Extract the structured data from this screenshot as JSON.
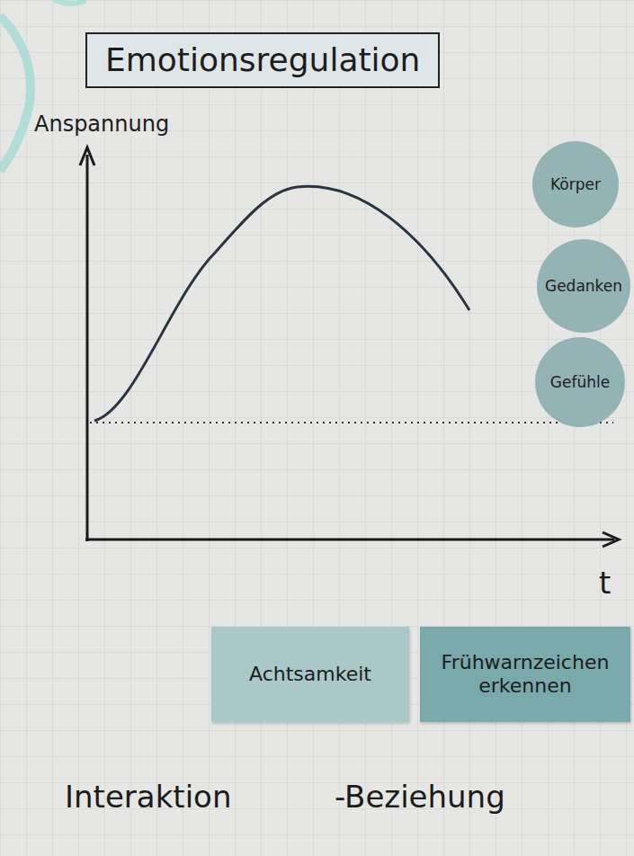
{
  "diagram": {
    "title": "Emotionsregulation",
    "nodes": [
      {
        "text": [
          "Körper"
        ]
      },
      {
        "text": [
          "Gedanken"
        ]
      },
      {
        "text": [
          "Gefühle"
        ]
      },
      {
        "text": [
          "Achtsamkeit"
        ]
      },
      {
        "text": [
          "Frühwarnzeichen erkennen"
        ]
      }
    ],
    "labels": [
      "Anspannung",
      "t",
      "Interaktion",
      "-Beziehung"
    ]
  }
}
